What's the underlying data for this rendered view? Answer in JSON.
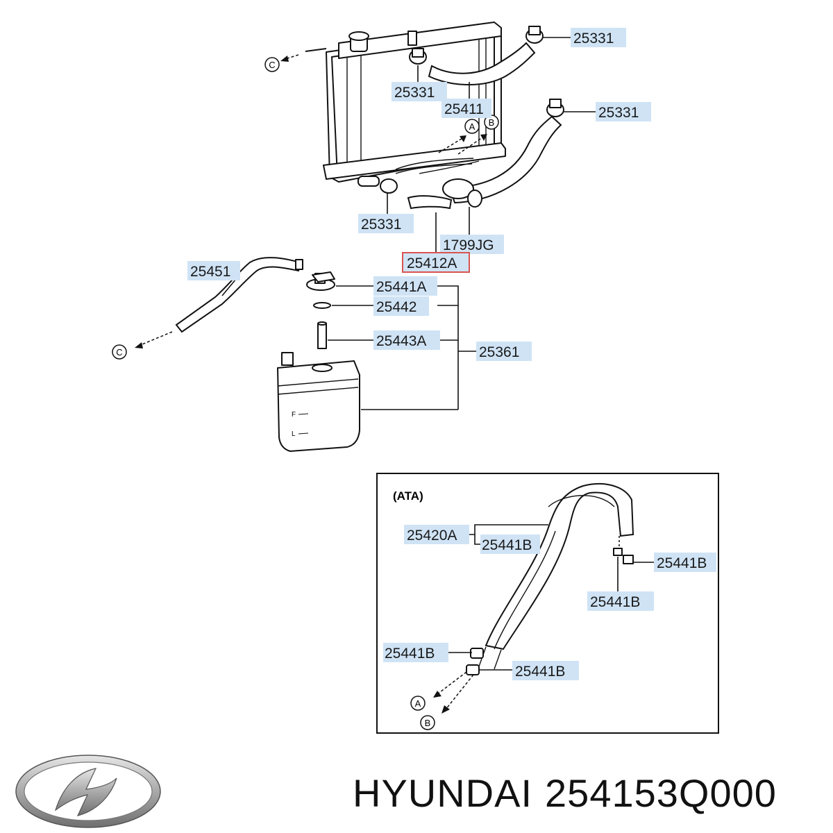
{
  "diagram": {
    "labels": {
      "p25331_top_right": "25331",
      "p25331_top_center": "25331",
      "p25411": "25411",
      "p25331_mid_right": "25331",
      "p25331_lower": "25331",
      "p1799JG": "1799JG",
      "p25412A": "25412A",
      "p25451": "25451",
      "p25441A": "25441A",
      "p25442": "25442",
      "p25443A": "25443A",
      "p25361": "25361"
    },
    "markers": {
      "A": "A",
      "B": "B",
      "C": "C"
    },
    "inset": {
      "title": "(ATA)",
      "labels": {
        "p25420A": "25420A",
        "p25441B_upper": "25441B",
        "p25441B_right": "25441B",
        "p25441B_mid": "25441B",
        "p25441B_left": "25441B",
        "p25441B_bottom": "25441B"
      }
    },
    "highlighted_part": "25412A",
    "highlight_color": "#d9534f"
  },
  "footer": {
    "brand": "HYUNDAI",
    "part_number": "254153Q000"
  }
}
